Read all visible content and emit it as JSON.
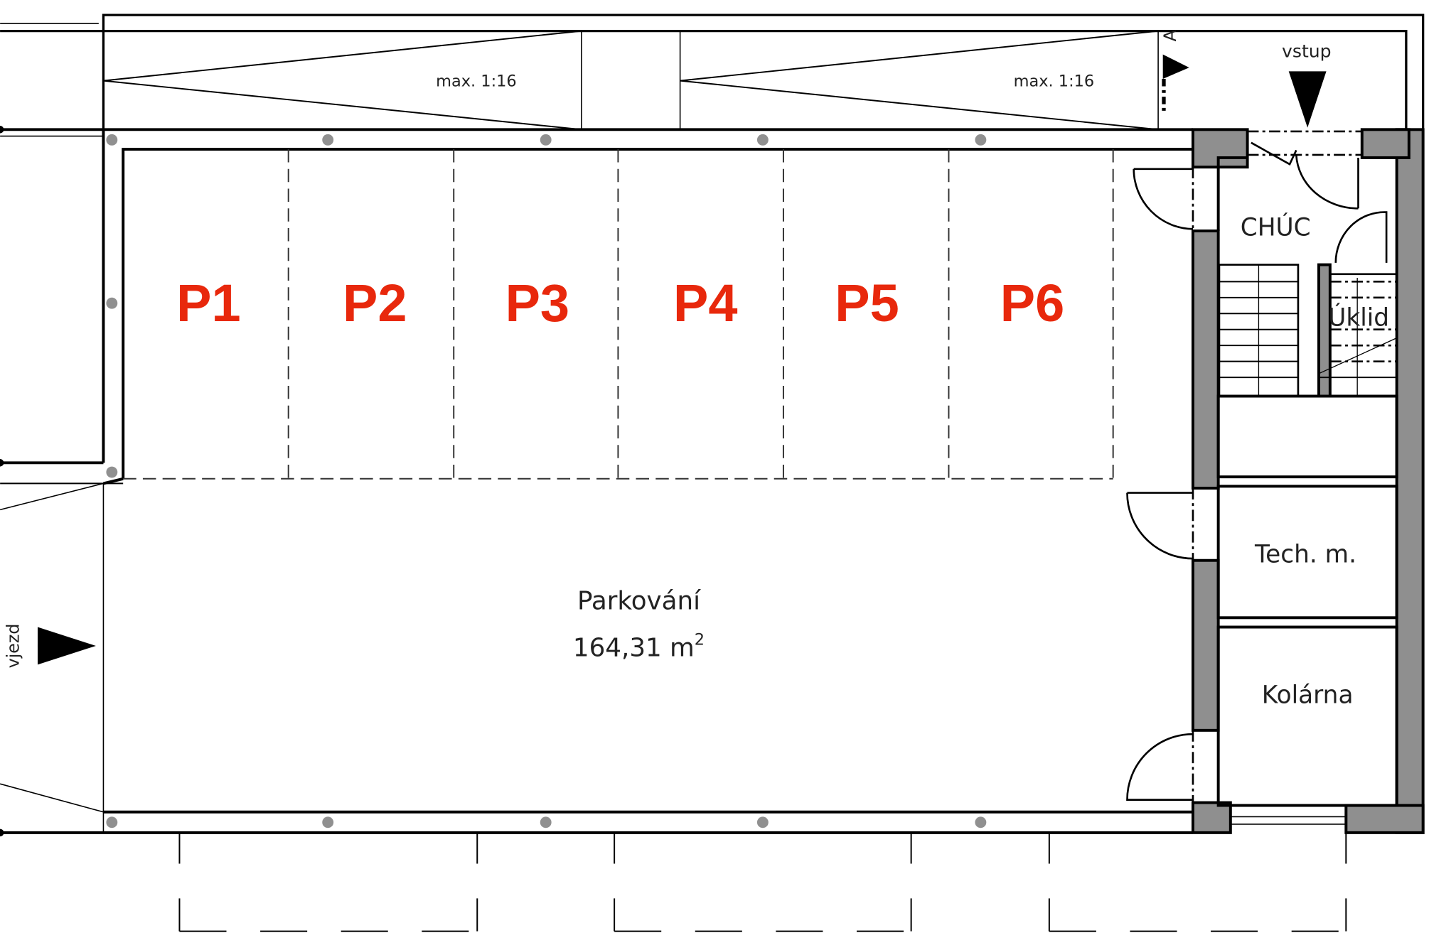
{
  "plan": {
    "ramp_labels": [
      "max. 1:16",
      "max. 1:16"
    ],
    "section_marker": "A",
    "entrance_label": "vstup",
    "vehicle_entrance_label": "vjezd",
    "parking_spaces": [
      "P1",
      "P2",
      "P3",
      "P4",
      "P5",
      "P6"
    ],
    "parking_room_name": "Parkování",
    "parking_room_area": "164,31 m",
    "parking_room_area_exp": "2",
    "rooms": {
      "chuc": "CHÚC",
      "uklid": "Úklid",
      "tech": "Tech. m.",
      "kolarna": "Kolárna"
    },
    "colors": {
      "space_label": "#e8280c",
      "wall_fill": "#8f8f8f",
      "column": "#909090"
    }
  }
}
